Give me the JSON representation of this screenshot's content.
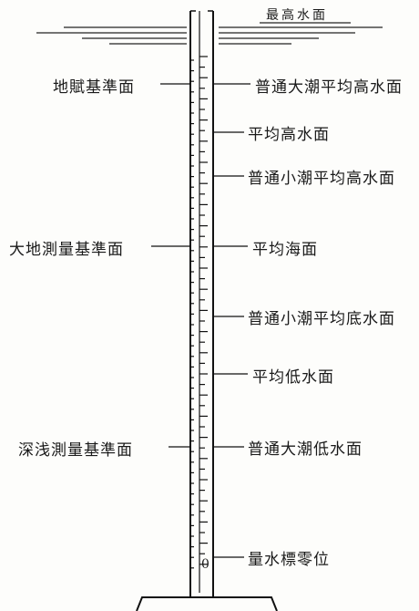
{
  "diagram": {
    "top_label": "最高水面",
    "left_labels": {
      "land_datum": "地賦基準面",
      "geodetic_datum": "大地測量基準面",
      "sounding_datum": "深浅測量基準面"
    },
    "right_labels": {
      "spring_high": "普通大潮平均高水面",
      "mean_high": "平均高水面",
      "neap_high": "普通小潮平均高水面",
      "mean_sea": "平均海面",
      "neap_low": "普通小潮平均底水面",
      "mean_low": "平均低水面",
      "spring_low": "普通大潮低水面",
      "gauge_zero": "量水標零位"
    },
    "gauge_zero_mark": "0"
  }
}
